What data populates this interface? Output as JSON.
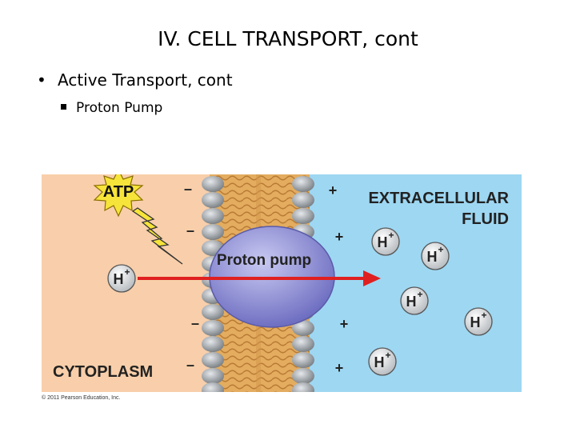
{
  "slide": {
    "title": "IV.  CELL TRANSPORT, cont",
    "bullet_1": "Active Transport, cont",
    "bullet_2": "Proton Pump"
  },
  "figure": {
    "atp_label": "ATP",
    "pump_label": "Proton pump",
    "extracellular_label_line1": "EXTRACELLULAR",
    "extracellular_label_line2": "FLUID",
    "cytoplasm_label": "CYTOPLASM",
    "proton_label": "H",
    "proton_charge": "+",
    "minus_sign": "–",
    "plus_sign": "+",
    "copyright": "© 2011 Pearson Education, Inc."
  },
  "colors": {
    "cytoplasm": "#f8cfaa",
    "extracellular": "#9ed7f2",
    "membrane_tails": "#e0a85a",
    "phospholipid_head": "#9ea3a8",
    "pump": "#8f8fd6",
    "arrow": "#e02020",
    "atp_burst": "#f7e43a"
  }
}
